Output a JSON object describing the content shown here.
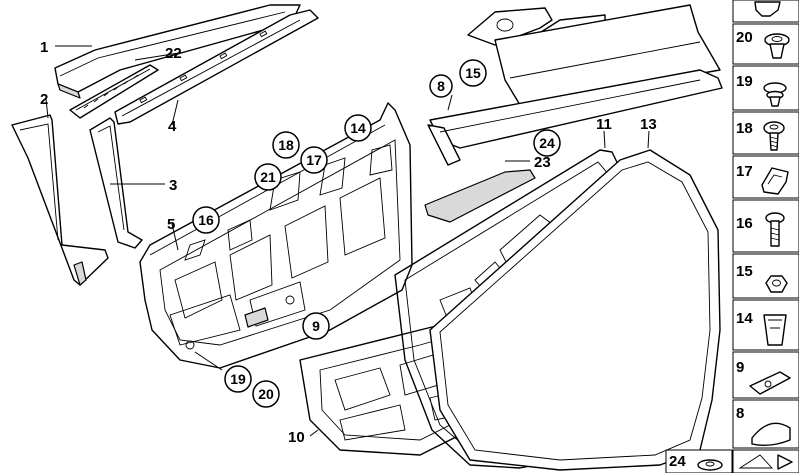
{
  "labels": {
    "l1": "1",
    "l2": "2",
    "l3": "3",
    "l4": "4",
    "l5": "5",
    "l10": "10",
    "l11": "11",
    "l13": "13",
    "l22": "22",
    "l23": "23"
  },
  "circles": {
    "c8": "8",
    "c9": "9",
    "c14": "14",
    "c15": "15",
    "c16": "16",
    "c17": "17",
    "c18": "18",
    "c19": "19",
    "c20": "20",
    "c21": "21",
    "c24": "24"
  },
  "legend": {
    "items": [
      {
        "label": "20"
      },
      {
        "label": "19"
      },
      {
        "label": "18"
      },
      {
        "label": "17"
      },
      {
        "label": "16"
      },
      {
        "label": "15"
      },
      {
        "label": "14"
      },
      {
        "label": "9"
      },
      {
        "label": "8"
      },
      {
        "label": "24"
      }
    ]
  }
}
